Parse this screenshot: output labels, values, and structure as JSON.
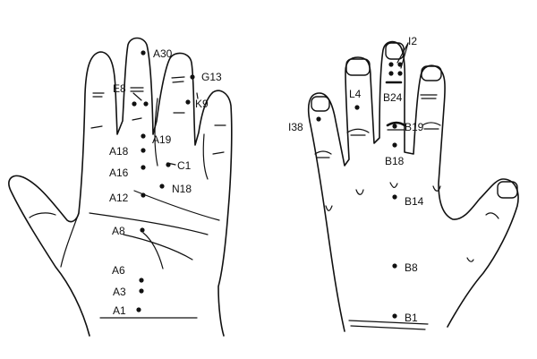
{
  "left_hand": {
    "points": [
      "A30",
      "G13",
      "E8",
      "K9",
      "A19",
      "A18",
      "C1",
      "A16",
      "N18",
      "A12",
      "A8",
      "A6",
      "A3",
      "A1"
    ]
  },
  "right_hand": {
    "points": [
      "I2",
      "L4",
      "B24",
      "I38",
      "B19",
      "B18",
      "B14",
      "B8",
      "B1"
    ]
  },
  "colors": {
    "ink": "#111111",
    "background": "#ffffff"
  }
}
